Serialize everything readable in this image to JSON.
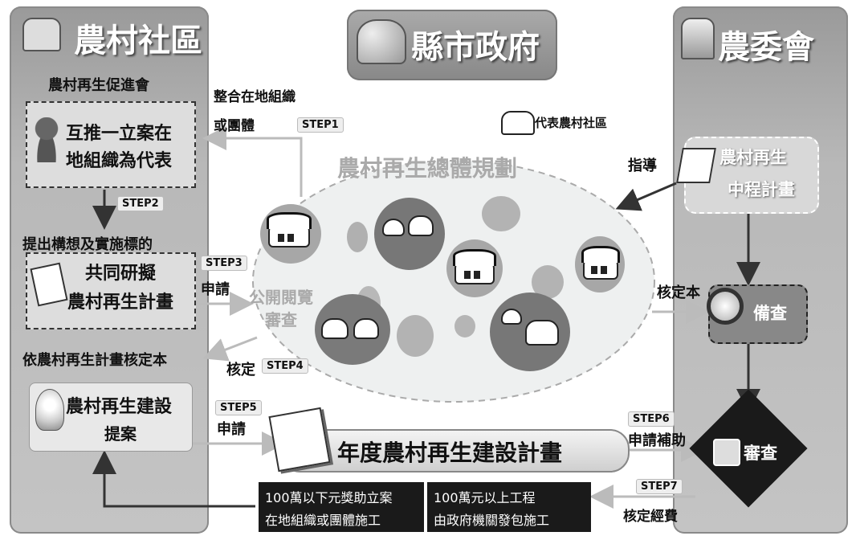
{
  "headers": {
    "community": "農村社區",
    "county": "縣市政府",
    "council": "農委會"
  },
  "left": {
    "promo_assoc": "農村再生促進會",
    "mutual_line1": "互推一立案在",
    "mutual_line2": "地組織為代表",
    "step2": "STEP2",
    "proposal_label": "提出構想及實施標的",
    "plan_line1": "共同研擬",
    "plan_line2": "農村再生計畫",
    "approved_label": "依農村再生計畫核定本",
    "build_line1": "農村再生建設",
    "build_line2": "提案"
  },
  "center": {
    "integrate_line1": "整合在地組織",
    "integrate_line2": "或團體",
    "step1": "STEP1",
    "legend": "代表農村社區",
    "overall_plan": "農村再生總體規劃",
    "step3": "STEP3",
    "apply1": "申請",
    "public_line1": "公開閱覽",
    "public_line2": "審查",
    "approve": "核定",
    "step4": "STEP4",
    "step5": "STEP5",
    "apply2": "申請",
    "annual_plan": "年度農村再生建設計畫",
    "bottom_left_line1": "100萬以下元獎助立案",
    "bottom_left_line2": "在地組織或團體施工",
    "bottom_right_line1": "100萬元以上工程",
    "bottom_right_line2": "由政府機關發包施工"
  },
  "right": {
    "guide": "指導",
    "mid_line1": "農村再生",
    "mid_line2": "中程計畫",
    "approved_copy": "核定本",
    "record_review": "備查",
    "step6": "STEP6",
    "apply_subsidy": "申請補助",
    "review": "審查",
    "step7": "STEP7",
    "approve_budget": "核定經費"
  }
}
